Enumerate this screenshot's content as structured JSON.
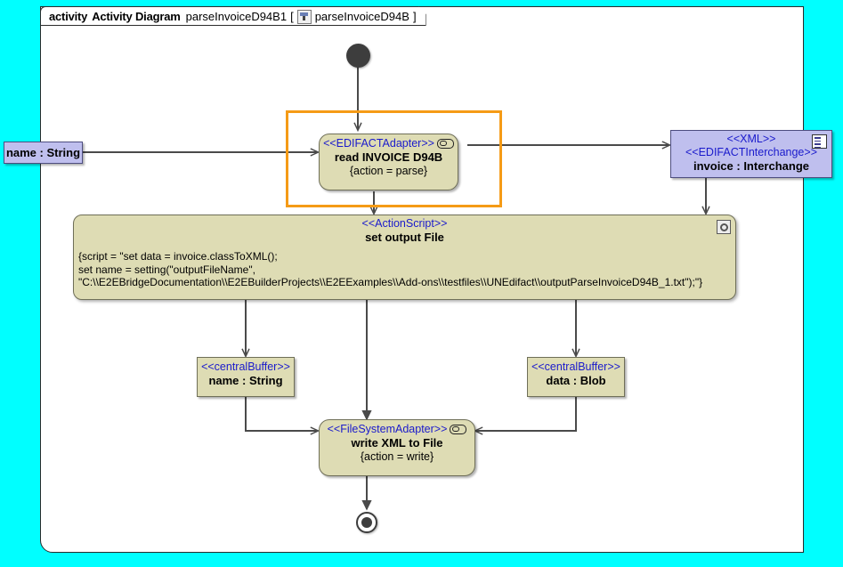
{
  "frame": {
    "keyword": "activity",
    "type_label": "Activity Diagram",
    "name": "parseInvoiceD94B1",
    "bracket_open": "[",
    "bracket_close": "]",
    "ref_name": "parseInvoiceD94B",
    "icon": "activity-diagram-icon"
  },
  "colors": {
    "canvas": "#00FFFF",
    "frame_bg": "#FFFFFF",
    "action_fill": "#DEDCB4",
    "object_fill": "#BFBFEE",
    "stereotype_text": "#1A1ACC",
    "selection_border": "#F59B16",
    "connector": "#4a4a4a"
  },
  "nodes": {
    "initial": {
      "label": "initial-node"
    },
    "final": {
      "label": "activity-final-node"
    },
    "input_param": {
      "name": "name : String"
    },
    "read_action": {
      "stereotype": "<<EDIFACTAdapter>>",
      "name": "read INVOICE D94B",
      "meta": "{action = parse}",
      "icon": "adapter-pin-icon",
      "selected": true
    },
    "xml_object": {
      "stereotype1": "<<XML>>",
      "stereotype2": "<<EDIFACTInterchange>>",
      "name": "invoice : Interchange",
      "icon": "document-icon"
    },
    "script_action": {
      "stereotype": "<<ActionScript>>",
      "name": "set output File",
      "icon": "script-gear-icon",
      "body_lines": [
        "{script = \"set data = invoice.classToXML();",
        "set name = setting(\"outputFileName\",",
        "\"C:\\\\E2EBridgeDocumentation\\\\E2EBuilderProjects\\\\E2EExamples\\\\Add-ons\\\\testfiles\\\\UNEdifact\\\\outputParseInvoiceD94B_1.txt\");\"}"
      ]
    },
    "buffer_name": {
      "stereotype": "<<centralBuffer>>",
      "name": "name : String"
    },
    "buffer_data": {
      "stereotype": "<<centralBuffer>>",
      "name": "data : Blob"
    },
    "write_action": {
      "stereotype": "<<FileSystemAdapter>>",
      "name": "write XML to File",
      "meta": "{action = write}",
      "icon": "adapter-pin-icon"
    }
  }
}
